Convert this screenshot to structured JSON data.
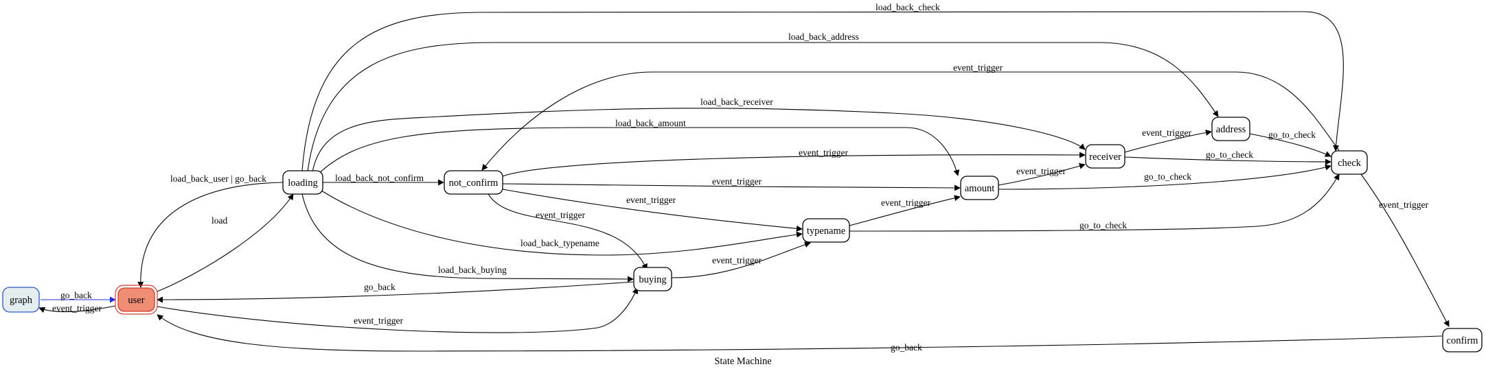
{
  "diagram": {
    "caption": "State Machine",
    "colors": {
      "graph_fill": "#e4eef1",
      "graph_stroke": "#2a53c5",
      "user_fill": "#ef8e74",
      "user_stroke": "#d63a2e",
      "go_back_edge": "#1f2fe0",
      "default_stroke": "#000000"
    },
    "nodes": {
      "graph": "graph",
      "user": "user",
      "loading": "loading",
      "not_confirm": "not_confirm",
      "buying": "buying",
      "typename": "typename",
      "amount": "amount",
      "receiver": "receiver",
      "address": "address",
      "check": "check",
      "confirm": "confirm"
    },
    "edges": {
      "graph_user": "go_back",
      "user_graph": "event_trigger",
      "user_loading": "load",
      "loading_user": "load_back_user | go_back",
      "loading_not_confirm": "load_back_not_confirm",
      "loading_typename": "load_back_typename",
      "loading_buying": "load_back_buying",
      "loading_amount": "load_back_amount",
      "loading_receiver": "load_back_receiver",
      "loading_address": "load_back_address",
      "loading_check": "load_back_check",
      "buying_user": "go_back",
      "user_buying": "event_trigger",
      "not_confirm_buying": "event_trigger",
      "not_confirm_typename": "event_trigger",
      "not_confirm_amount": "event_trigger",
      "not_confirm_receiver": "event_trigger",
      "buying_typename": "event_trigger",
      "typename_amount": "event_trigger",
      "typename_check": "go_to_check",
      "amount_receiver": "event_trigger",
      "amount_check": "go_to_check",
      "receiver_address": "event_trigger",
      "receiver_check": "go_to_check",
      "address_check": "go_to_check",
      "check_not_confirm": "event_trigger",
      "check_confirm": "event_trigger",
      "confirm_user": "go_back"
    }
  }
}
